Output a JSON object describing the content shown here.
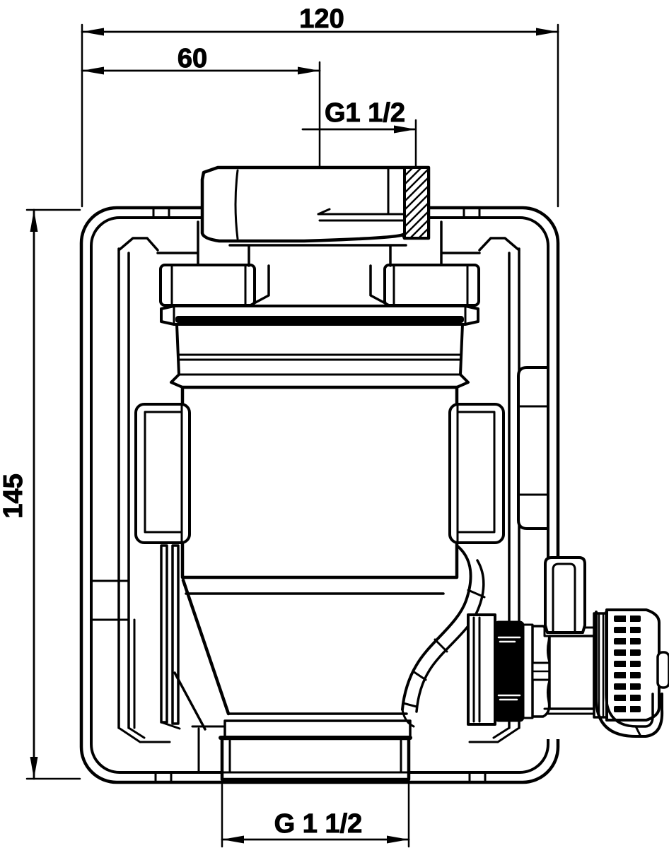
{
  "drawing": {
    "type": "technical-cad-cross-section",
    "background_color": "#ffffff",
    "line_color": "#000000",
    "dimensions": {
      "top_width": "120",
      "top_offset": "60",
      "top_thread": "G1 1/2",
      "height": "145",
      "bottom_thread": "G 1 1/2"
    }
  }
}
